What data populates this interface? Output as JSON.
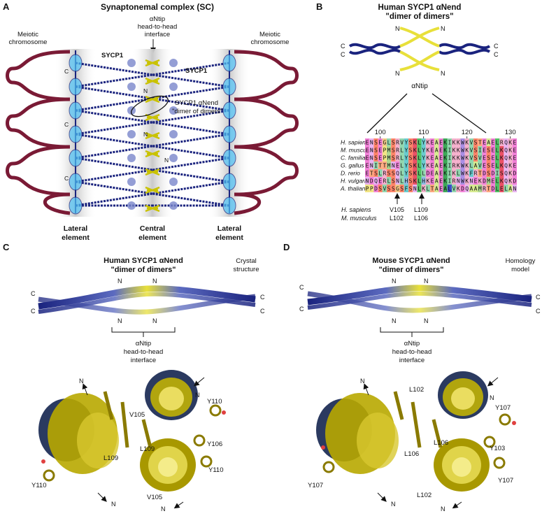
{
  "panel_a": {
    "letter": "A",
    "title": "Synaptonemal complex (SC)",
    "interface_label": [
      "αNtip",
      "head-to-head",
      "interface"
    ],
    "meiotic_left": [
      "Meiotic",
      "chromosome"
    ],
    "meiotic_right": [
      "Meiotic",
      "chromosome"
    ],
    "sycp1_left": "SYCP1",
    "sycp1_right": "SYCP1",
    "dimer_label": [
      "SYCP1 αNend",
      "\"dimer of dimers\""
    ],
    "termini": [
      "C",
      "C",
      "C",
      "N",
      "N",
      "N"
    ],
    "bottom": [
      {
        "lines": [
          "Lateral",
          "element"
        ]
      },
      {
        "lines": [
          "Central",
          "element"
        ]
      },
      {
        "lines": [
          "Lateral",
          "element"
        ]
      }
    ]
  },
  "panel_b": {
    "letter": "B",
    "title": [
      "Human SYCP1 αNend",
      "\"dimer of dimers\""
    ],
    "termini": [
      "C",
      "C",
      "N",
      "N",
      "N",
      "N",
      "C",
      "C"
    ],
    "ntip_label": "αNtip",
    "ruler": [
      "100",
      "110",
      "120",
      "130"
    ],
    "alignment": [
      {
        "species": "H. sapiens",
        "seq": "ENSEGLSRVYSKLYKEAEKIKKWKVSTEAELRQKE"
      },
      {
        "species": "M. musculus",
        "seq": "ENSEPMSRLYSKLYKEAEKIKKWKVSIESELKQKE"
      },
      {
        "species": "C. familiaris",
        "seq": "ENSEPMSRLYSKLYKEAEKIKKWKVSVESELKQKE"
      },
      {
        "species": "G. gallus",
        "seq": "ENITTMNELYSKLYKEAEKIRKWKLAVESELKQKE"
      },
      {
        "species": "D. rerio",
        "seq": "ETSLRSSQLYSKLLDEAEKIKLWKFRTDSDISQKD"
      },
      {
        "species": "H. vulgaris",
        "seq": "NDQERLSNLHSKLHKEAEKIRNWKNEKDMELKQKD"
      },
      {
        "species": "A. thaliana",
        "seq": "PPDSVSSGSFSNLKLTAEALVKDQAAMRTDLELAN"
      }
    ],
    "markers": [
      {
        "species": "H. sapiens",
        "a": "V105",
        "b": "L109"
      },
      {
        "species": "M. musculus",
        "a": "L102",
        "b": "L106"
      }
    ]
  },
  "panel_c": {
    "letter": "C",
    "title": [
      "Human SYCP1 αNend",
      "\"dimer of dimers\""
    ],
    "note": [
      "Crystal",
      "structure"
    ],
    "interface": [
      "αNtip",
      "head-to-head",
      "interface"
    ],
    "termini": [
      "C",
      "C",
      "N",
      "N",
      "N",
      "N",
      "C",
      "C"
    ],
    "residues": [
      "V105",
      "Y110",
      "L109",
      "Y106",
      "L109",
      "Y110",
      "Y110",
      "V105"
    ],
    "bottom_termini": [
      "N",
      "N",
      "N",
      "N"
    ]
  },
  "panel_d": {
    "letter": "D",
    "title": [
      "Mouse SYCP1 αNend",
      "\"dimer of dimers\""
    ],
    "note": [
      "Homology",
      "model"
    ],
    "interface": [
      "αNtip",
      "head-to-head",
      "interface"
    ],
    "termini": [
      "C",
      "C",
      "N",
      "N",
      "N",
      "N",
      "C",
      "C"
    ],
    "residues": [
      "L102",
      "Y107",
      "L106",
      "Y103",
      "L106",
      "Y107",
      "Y107",
      "L102"
    ],
    "bottom_termini": [
      "N",
      "N",
      "N",
      "N"
    ]
  },
  "colors": {
    "chromosome": "#7a1a35",
    "helix_blue": "#1a237e",
    "helix_light": "#5c6bc0",
    "yellow": "#e8e03a",
    "olive": "#8a7a00",
    "cyan": "#4fc3f7"
  },
  "residue_colors": {
    "E": "#f06ad0",
    "D": "#f06ad0",
    "K": "#f4a3c4",
    "R": "#f4a3c4",
    "N": "#e6a7f0",
    "Q": "#e6a7f0",
    "S": "#ff6f4d",
    "T": "#ff9a6a",
    "L": "#7ed0a0",
    "I": "#7ed0a0",
    "V": "#7ed0a0",
    "M": "#a0d07e",
    "Y": "#4fc3c7",
    "F": "#4fc3c7",
    "W": "#9a7ae0",
    "H": "#7ab0e0",
    "A": "#d0e87e",
    "G": "#f0c070",
    "P": "#f0e070",
    "C": "#f0f070"
  },
  "highlight_columns": {
    "11": "#e8334a",
    "12": "#33b84a",
    "18": "#1a9a3a",
    "19": "#1d2fbf",
    "22": "#8a4fd0",
    "30": "#33b84a",
    "31": "#e8334a"
  }
}
